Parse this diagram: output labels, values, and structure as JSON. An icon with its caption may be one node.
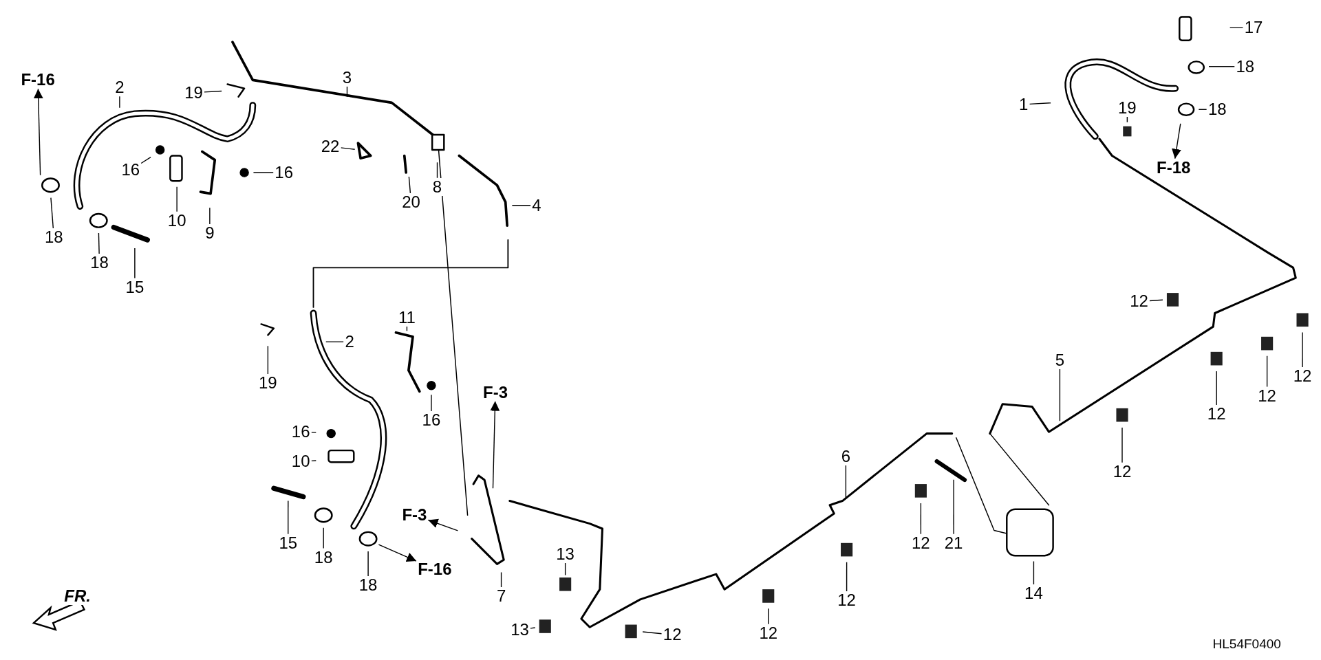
{
  "diagram": {
    "nodes": [
      {
        "text": [
          "F-16"
        ]
      },
      {
        "text": [
          "2"
        ]
      },
      {
        "text": [
          "19"
        ]
      },
      {
        "text": [
          "3"
        ]
      },
      {
        "text": [
          "16"
        ]
      },
      {
        "text": [
          "10"
        ]
      },
      {
        "text": [
          "16"
        ]
      },
      {
        "text": [
          "22"
        ]
      },
      {
        "text": [
          "9"
        ]
      },
      {
        "text": [
          "18"
        ]
      },
      {
        "text": [
          "18"
        ]
      },
      {
        "text": [
          "15"
        ]
      },
      {
        "text": [
          "20"
        ]
      },
      {
        "text": [
          "8"
        ]
      },
      {
        "text": [
          "4"
        ]
      },
      {
        "text": [
          "F-3"
        ]
      },
      {
        "text": [
          "2"
        ]
      },
      {
        "text": [
          "11"
        ]
      },
      {
        "text": [
          "19"
        ]
      },
      {
        "text": [
          "16"
        ]
      },
      {
        "text": [
          "16"
        ]
      },
      {
        "text": [
          "10"
        ]
      },
      {
        "text": [
          "15"
        ]
      },
      {
        "text": [
          "18"
        ]
      },
      {
        "text": [
          "18"
        ]
      },
      {
        "text": [
          "F-16"
        ]
      },
      {
        "text": [
          "F-3"
        ]
      },
      {
        "text": [
          "7"
        ]
      },
      {
        "text": [
          "13"
        ]
      },
      {
        "text": [
          "13"
        ]
      },
      {
        "text": [
          "12"
        ]
      },
      {
        "text": [
          "12"
        ]
      },
      {
        "text": [
          "6"
        ]
      },
      {
        "text": [
          "12"
        ]
      },
      {
        "text": [
          "12"
        ]
      },
      {
        "text": [
          "21"
        ]
      },
      {
        "text": [
          "14"
        ]
      },
      {
        "text": [
          "5"
        ]
      },
      {
        "text": [
          "12"
        ]
      },
      {
        "text": [
          "12"
        ]
      },
      {
        "text": [
          "12"
        ]
      },
      {
        "text": [
          "12"
        ]
      },
      {
        "text": [
          "12"
        ]
      },
      {
        "text": [
          "1"
        ]
      },
      {
        "text": [
          "19"
        ]
      },
      {
        "text": [
          "17"
        ]
      },
      {
        "text": [
          "18"
        ]
      },
      {
        "text": [
          "18"
        ]
      },
      {
        "text": [
          "F-18"
        ]
      },
      {
        "text": [
          "FR."
        ]
      }
    ],
    "edges": [
      {
        "from": null,
        "to": 0,
        "arrow": "to"
      },
      {
        "from": 1,
        "to": null,
        "arrow": "none"
      },
      {
        "from": 2,
        "to": null,
        "arrow": "none"
      },
      {
        "from": 3,
        "to": null,
        "arrow": "none"
      },
      {
        "from": 4,
        "to": null,
        "arrow": "none"
      },
      {
        "from": 5,
        "to": null,
        "arrow": "none"
      },
      {
        "from": 6,
        "to": null,
        "arrow": "none"
      },
      {
        "from": 7,
        "to": null,
        "arrow": "none"
      },
      {
        "from": 8,
        "to": null,
        "arrow": "none"
      },
      {
        "from": 9,
        "to": null,
        "arrow": "none"
      },
      {
        "from": 10,
        "to": null,
        "arrow": "none"
      },
      {
        "from": 11,
        "to": null,
        "arrow": "none"
      },
      {
        "from": 12,
        "to": null,
        "arrow": "none"
      },
      {
        "from": 13,
        "to": null,
        "arrow": "none"
      },
      {
        "from": 14,
        "to": null,
        "arrow": "none"
      },
      {
        "from": null,
        "to": 15,
        "arrow": "to"
      },
      {
        "from": 16,
        "to": null,
        "arrow": "none"
      },
      {
        "from": 17,
        "to": null,
        "arrow": "none"
      },
      {
        "from": 18,
        "to": null,
        "arrow": "none"
      },
      {
        "from": 19,
        "to": null,
        "arrow": "none"
      },
      {
        "from": 20,
        "to": null,
        "arrow": "none"
      },
      {
        "from": 21,
        "to": null,
        "arrow": "none"
      },
      {
        "from": 22,
        "to": null,
        "arrow": "none"
      },
      {
        "from": 23,
        "to": null,
        "arrow": "none"
      },
      {
        "from": 24,
        "to": null,
        "arrow": "none"
      },
      {
        "from": null,
        "to": 25,
        "arrow": "to"
      },
      {
        "from": null,
        "to": 26,
        "arrow": "to"
      },
      {
        "from": 27,
        "to": null,
        "arrow": "none"
      },
      {
        "from": 28,
        "to": null,
        "arrow": "none"
      },
      {
        "from": 29,
        "to": null,
        "arrow": "none"
      },
      {
        "from": 30,
        "to": null,
        "arrow": "none"
      },
      {
        "from": 31,
        "to": null,
        "arrow": "none"
      },
      {
        "from": 32,
        "to": null,
        "arrow": "none"
      },
      {
        "from": 33,
        "to": null,
        "arrow": "none"
      },
      {
        "from": 34,
        "to": null,
        "arrow": "none"
      },
      {
        "from": 35,
        "to": null,
        "arrow": "none"
      },
      {
        "from": 36,
        "to": null,
        "arrow": "none"
      },
      {
        "from": 37,
        "to": null,
        "arrow": "none"
      },
      {
        "from": 38,
        "to": null,
        "arrow": "none"
      },
      {
        "from": 39,
        "to": null,
        "arrow": "none"
      },
      {
        "from": 40,
        "to": null,
        "arrow": "none"
      },
      {
        "from": 41,
        "to": null,
        "arrow": "none"
      },
      {
        "from": 42,
        "to": null,
        "arrow": "none"
      },
      {
        "from": 43,
        "to": null,
        "arrow": "none"
      },
      {
        "from": 44,
        "to": null,
        "arrow": "none"
      },
      {
        "from": 45,
        "to": null,
        "arrow": "none"
      },
      {
        "from": 46,
        "to": null,
        "arrow": "none"
      },
      {
        "from": 47,
        "to": null,
        "arrow": "none"
      },
      {
        "from": null,
        "to": 48,
        "arrow": "to"
      }
    ],
    "labels": [
      "HL54F0400"
    ]
  }
}
